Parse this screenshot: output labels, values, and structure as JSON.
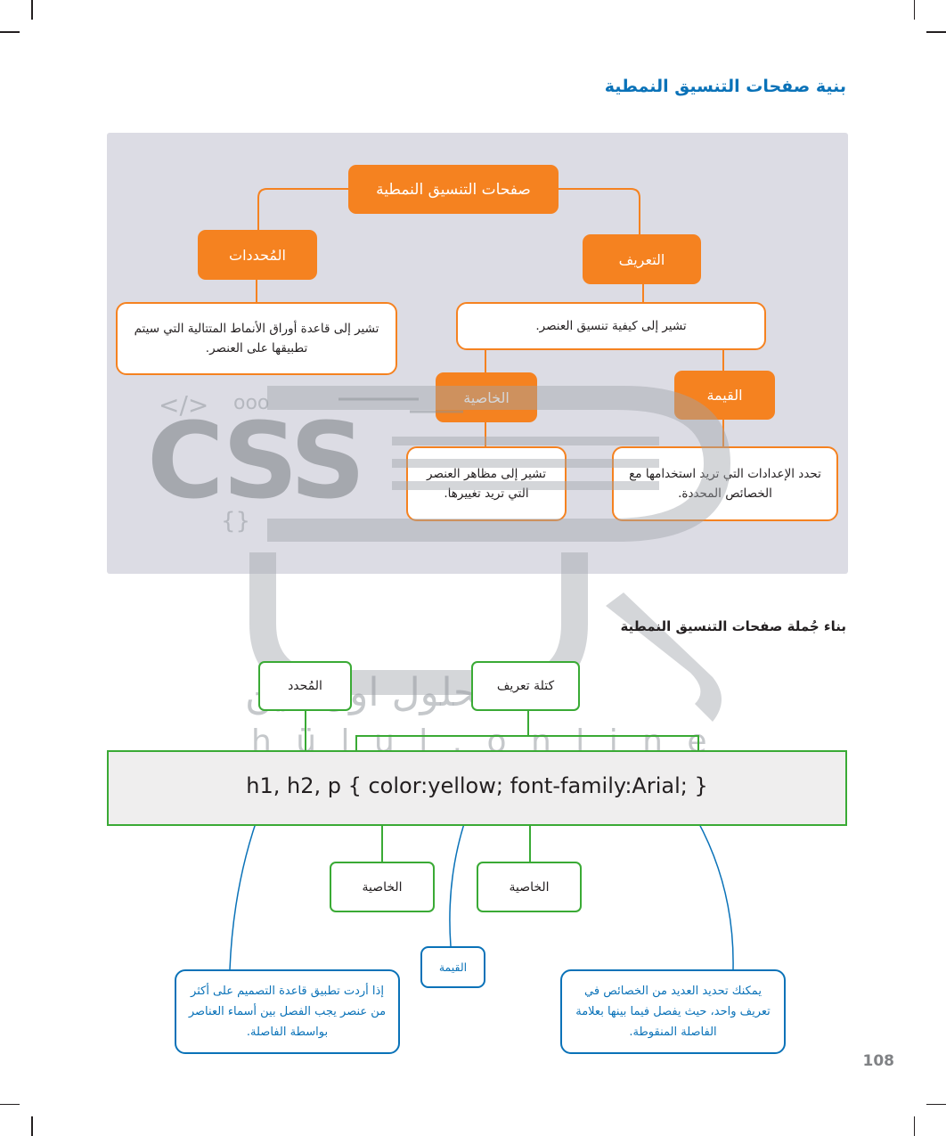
{
  "page_title": "بنية صفحات التنسيق النمطية",
  "diagram": {
    "root": "صفحات التنسيق النمطية",
    "selectors": {
      "label": "المُحددات",
      "description": "تشير إلى قاعدة أوراق الأنماط المتتالية التي سيتم تطبيقها على العنصر."
    },
    "definition": {
      "label": "التعريف",
      "description": "تشير إلى كيفية تنسيق العنصر."
    },
    "property": {
      "label": "الخاصية",
      "description": "تشير إلى مظاهر العنصر التي تريد تغييرها."
    },
    "value": {
      "label": "القيمة",
      "description": "تحدد الإعدادات التي تريد استخدامها مع الخصائص المحددة."
    }
  },
  "watermark": {
    "logo_text": "CSS",
    "code_tag": "</>",
    "dots": "ooo",
    "brace": "{}",
    "arabic": "الحلول اون لاين",
    "latin": "h ü l u l . o n l i n e"
  },
  "syntax": {
    "title": "بناء جُملة صفحات التنسيق النمطية",
    "selector_label": "المُحدد",
    "declaration_block_label": "كتلة تعريف",
    "code": "h1, h2, p { color:yellow; font-family:Arial; }",
    "property_label_1": "الخاصية",
    "property_label_2": "الخاصية",
    "value_label": "القيمة",
    "note_left": "إذا أردت تطبيق قاعدة التصميم على أكثر من عنصر يجب الفصل بين أسماء العناصر بواسطة الفاصلة.",
    "note_right": "يمكنك تحديد العديد من الخصائص في تعريف واحد، حيث يفصل فيما بينها بعلامة الفاصلة المنقوطة."
  },
  "page_number": "108",
  "colors": {
    "accent_blue": "#0a72b8",
    "orange": "#f58220",
    "green": "#3aaa35",
    "panel": "#dcdce4"
  }
}
